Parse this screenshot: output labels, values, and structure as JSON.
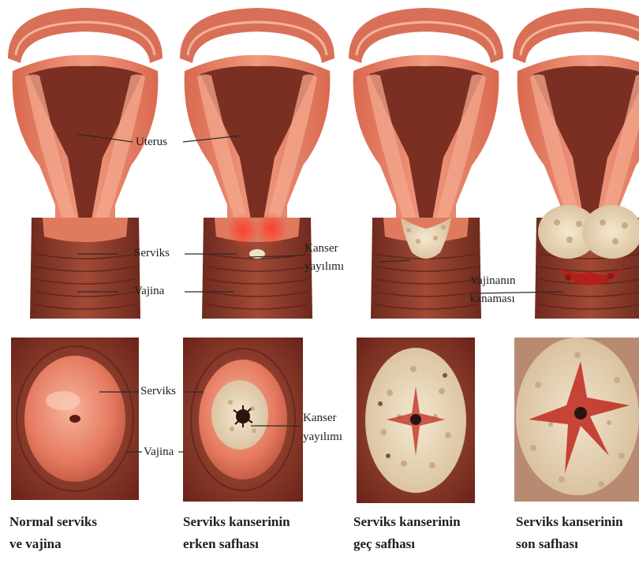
{
  "labels": {
    "uterus": "Uterus",
    "serviks_top": "Serviks",
    "vajina_top": "Vajina",
    "kanser_top_1": "Kanser",
    "kanser_top_2": "yayılımı",
    "kanama_1": "Vajinanın",
    "kanama_2": "kanaması",
    "serviks_bottom": "Serviks",
    "vajina_bottom": "Vajina",
    "kanser_bottom_1": "Kanser",
    "kanser_bottom_2": "yayılımı"
  },
  "captions": [
    {
      "line1": "Normal serviks",
      "line2": "ve vajina"
    },
    {
      "line1": "Serviks kanserinin",
      "line2": "erken safhası"
    },
    {
      "line1": "Serviks kanserinin",
      "line2": "geç safhası"
    },
    {
      "line1": "Serviks kanserinin",
      "line2": "son safhası"
    }
  ],
  "colors": {
    "tissue": "#e8826a",
    "tissue_light": "#f4a88e",
    "cavity": "#7a2f22",
    "vagina": "#8a3a2a",
    "tumor": "#efe2c8",
    "blood": "#c0281e"
  }
}
